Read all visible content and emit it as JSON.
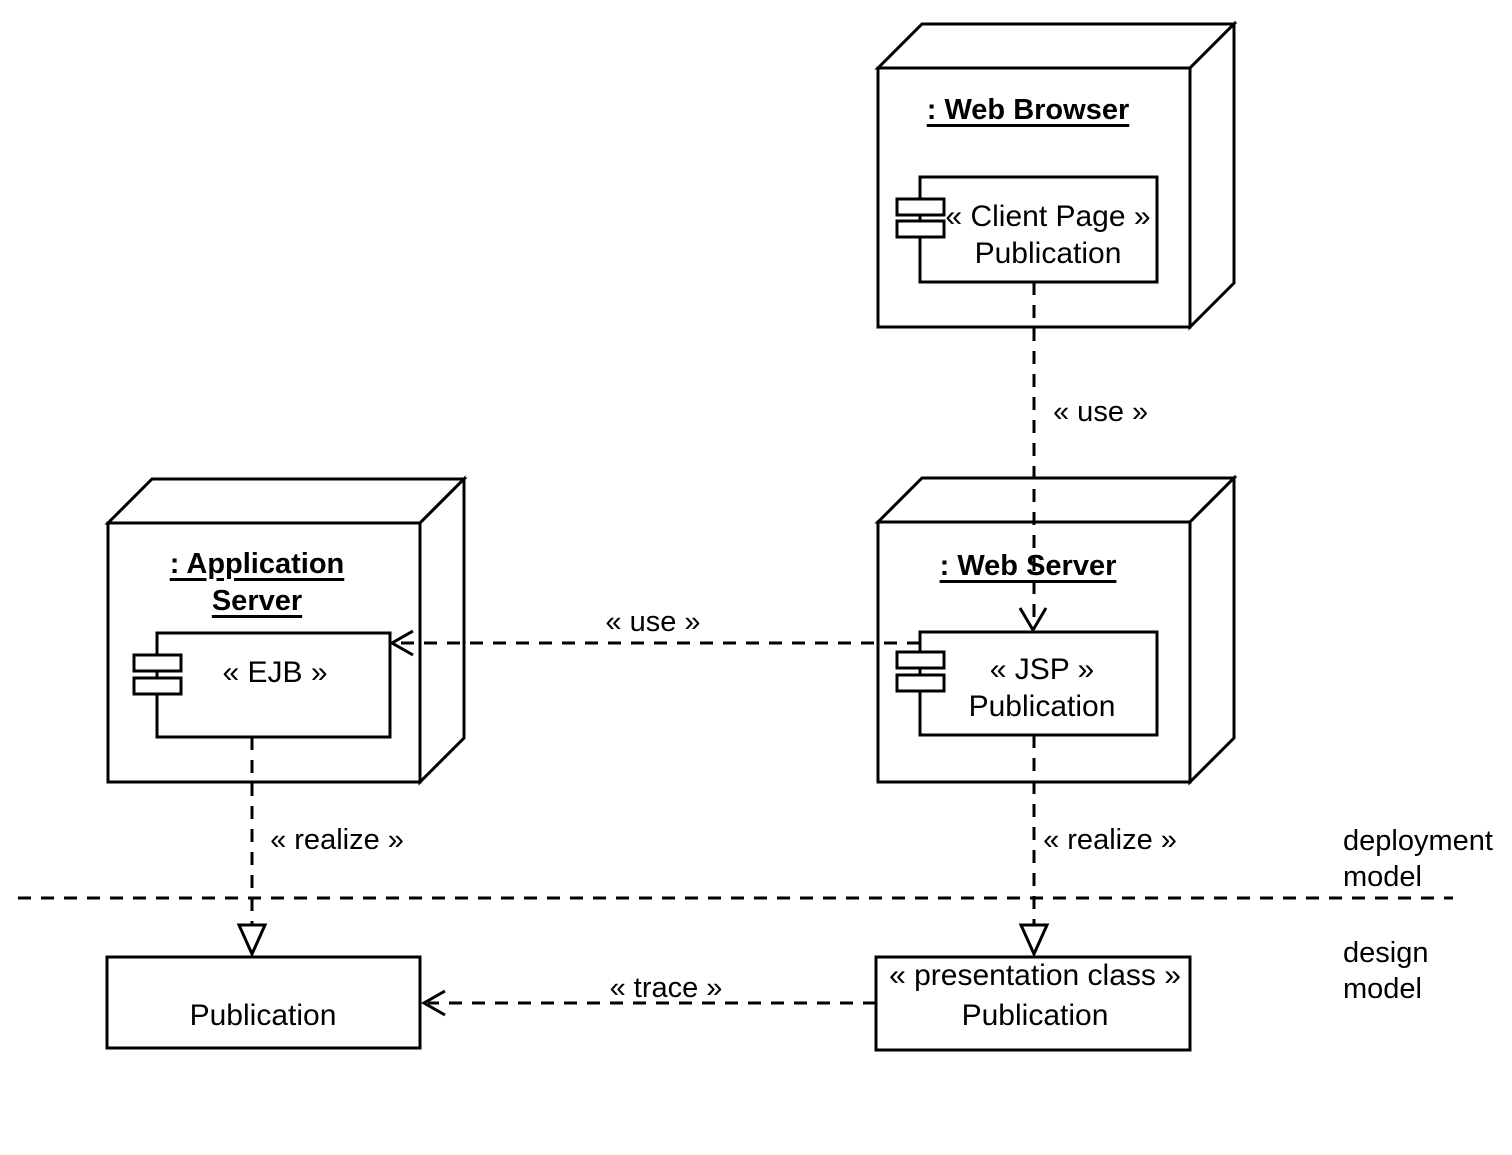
{
  "diagram": {
    "type": "uml-deployment-diagram",
    "colors": {
      "ink": "#000000",
      "background": "#ffffff"
    },
    "nodes": {
      "web_browser": {
        "title": ": Web Browser"
      },
      "web_server": {
        "title": ": Web Server"
      },
      "application_server": {
        "title": ": Application\nServer"
      }
    },
    "components": {
      "client_page": {
        "stereotype": "« Client Page »",
        "name": "Publication"
      },
      "jsp": {
        "stereotype": "« JSP »",
        "name": "Publication"
      },
      "ejb": {
        "stereotype": "« EJB »"
      }
    },
    "classes": {
      "publication": {
        "name": "Publication"
      },
      "presentation": {
        "stereotype": "« presentation class »",
        "name": "Publication"
      }
    },
    "edge_labels": {
      "use_browser_to_jsp": "« use »",
      "use_jsp_to_ejb": "« use »",
      "realize_ejb": "« realize »",
      "realize_jsp": "« realize »",
      "trace": "« trace »"
    },
    "region_labels": {
      "deployment": "deployment\nmodel",
      "design": "design\nmodel"
    }
  }
}
